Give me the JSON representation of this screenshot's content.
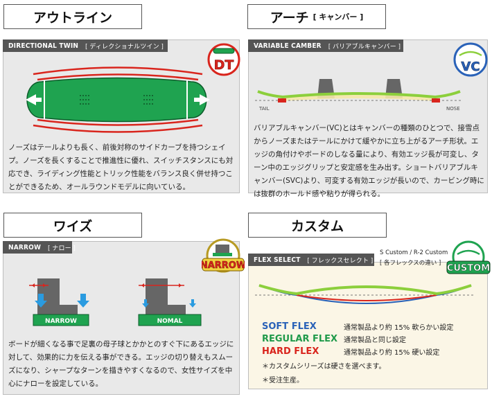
{
  "outline": {
    "title": "アウトライン",
    "label_en": "DIRECTIONAL TWIN",
    "label_jp": "[ ディレクショナルツイン ]",
    "badge": "DT",
    "description": "ノーズはテールよりも長く、前後対称のサイドカーブを持つシェイプ。ノーズを長くすることで推進性に優れ、スイッチスタンスにも対応でき、ライディング性能とトリック性能をバランス良く併せ持つことができるため、オールラウンドモデルに向いている。"
  },
  "arch": {
    "title": "アーチ",
    "title_sub": "[ キャンバー ]",
    "label_en": "VARIABLE CAMBER",
    "label_jp": "[ バリアブルキャンバー ]",
    "badge": "VC",
    "tail": "TAIL",
    "nose": "NOSE",
    "description": "バリアブルキャンバー(VC)とはキャンバーの種類のひとつで、接雪点からノーズまたはテールにかけて緩やかに立ち上がるアーチ形状。エッジの角付けやボードのしなる量により、有効エッジ長が可変し、ターン中のエッジグリップと安定感を生み出す。ショートバリアブルキャンバー(SVC)より、可変する有効エッジが長いので、カービング時には抜群のホールド感や粘りが得られる。"
  },
  "waist": {
    "title": "ワイズ",
    "label_en": "NARROW",
    "label_jp": "[ ナロー ]",
    "badge": "NARROW",
    "board_narrow": "NARROW",
    "board_nomal": "NOMAL",
    "description": "ボードが細くなる事で足裏の母子球とかかとのすぐ下にあるエッジに対して、効果的に力を伝える事ができる。エッジの切り替えもスムーズになり、シャープなターンを描きやすくなるので、女性サイズを中心にナローを設定している。"
  },
  "custom": {
    "title": "カスタム",
    "label_en": "FLEX SELECT",
    "label_jp": "[ フレックスセレクト ]",
    "side_note_1": "S Custom / R-2 Custom",
    "side_note_2": "[ 各フレックスの違い ]",
    "badge": "CUSTOM",
    "flexes": [
      {
        "name": "SOFT FLEX",
        "desc": "通常製品より約 15% 軟らかい設定",
        "color": "#2a62b8"
      },
      {
        "name": "REGULAR FLEX",
        "desc": "通常製品と同じ設定",
        "color": "#1f9a4a"
      },
      {
        "name": "HARD FLEX",
        "desc": "通常製品より約 15% 硬い設定",
        "color": "#d9251d"
      }
    ],
    "note_1": "＊カスタムシリーズは硬さを選べます。",
    "note_2": "＊受注生産。"
  },
  "colors": {
    "board_green": "#1fa350",
    "camber_green": "#8ccf3c",
    "accent_red": "#d9251d",
    "accent_blue": "#2a62b8",
    "dark_gray": "#555555"
  }
}
